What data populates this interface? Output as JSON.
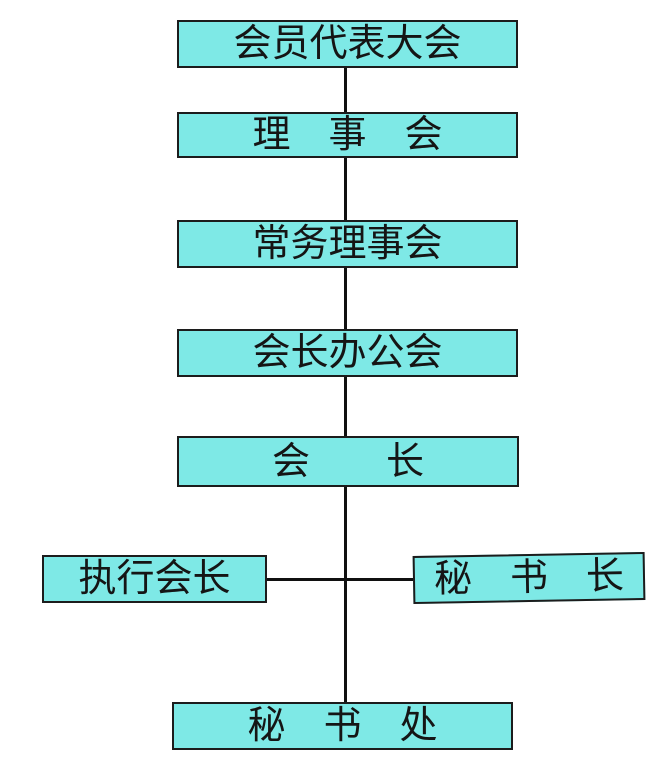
{
  "colors": {
    "box_fill": "#7EE9E6",
    "box_border": "#1c1c1c",
    "line": "#101010",
    "text": "#151515",
    "background": "#ffffff"
  },
  "chart_data": {
    "type": "org-chart",
    "nodes": [
      {
        "id": "member-representative-assembly",
        "label": "会员代表大会",
        "level": 1
      },
      {
        "id": "council",
        "label": "理　事　会",
        "level": 2
      },
      {
        "id": "standing-council",
        "label": "常务理事会",
        "level": 3
      },
      {
        "id": "president-office-meeting",
        "label": "会长办公会",
        "level": 4
      },
      {
        "id": "president",
        "label": "会　　长",
        "level": 5
      },
      {
        "id": "executive-president",
        "label": "执行会长",
        "level": 6
      },
      {
        "id": "secretary-general",
        "label": "秘　书　长",
        "level": 6
      },
      {
        "id": "secretariat",
        "label": "秘　书　处",
        "level": 7
      }
    ],
    "edges": [
      [
        "member-representative-assembly",
        "council"
      ],
      [
        "council",
        "standing-council"
      ],
      [
        "standing-council",
        "president-office-meeting"
      ],
      [
        "president-office-meeting",
        "president"
      ],
      [
        "president",
        "executive-president"
      ],
      [
        "president",
        "secretary-general"
      ],
      [
        "president",
        "secretariat"
      ]
    ]
  },
  "nodes": [
    {
      "label": "会员代表大会"
    },
    {
      "label": "理　事　会"
    },
    {
      "label": "常务理事会"
    },
    {
      "label": "会长办公会"
    },
    {
      "label": "会　　长"
    },
    {
      "label": "执行会长"
    },
    {
      "label": "秘　书　长"
    },
    {
      "label": "秘　书　处"
    }
  ]
}
